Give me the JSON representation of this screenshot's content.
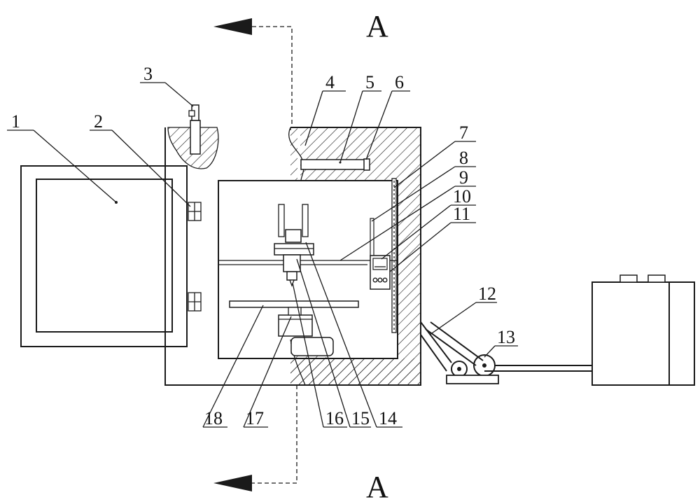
{
  "section_marks": {
    "top": "A",
    "bottom": "A"
  },
  "labels": {
    "n1": "1",
    "n2": "2",
    "n3": "3",
    "n4": "4",
    "n5": "5",
    "n6": "6",
    "n7": "7",
    "n8": "8",
    "n9": "9",
    "n10": "10",
    "n11": "11",
    "n12": "12",
    "n13": "13",
    "n14": "14",
    "n15": "15",
    "n16": "16",
    "n17": "17",
    "n18": "18"
  },
  "colors": {
    "line": "#1a1a1a",
    "background": "#ffffff"
  }
}
